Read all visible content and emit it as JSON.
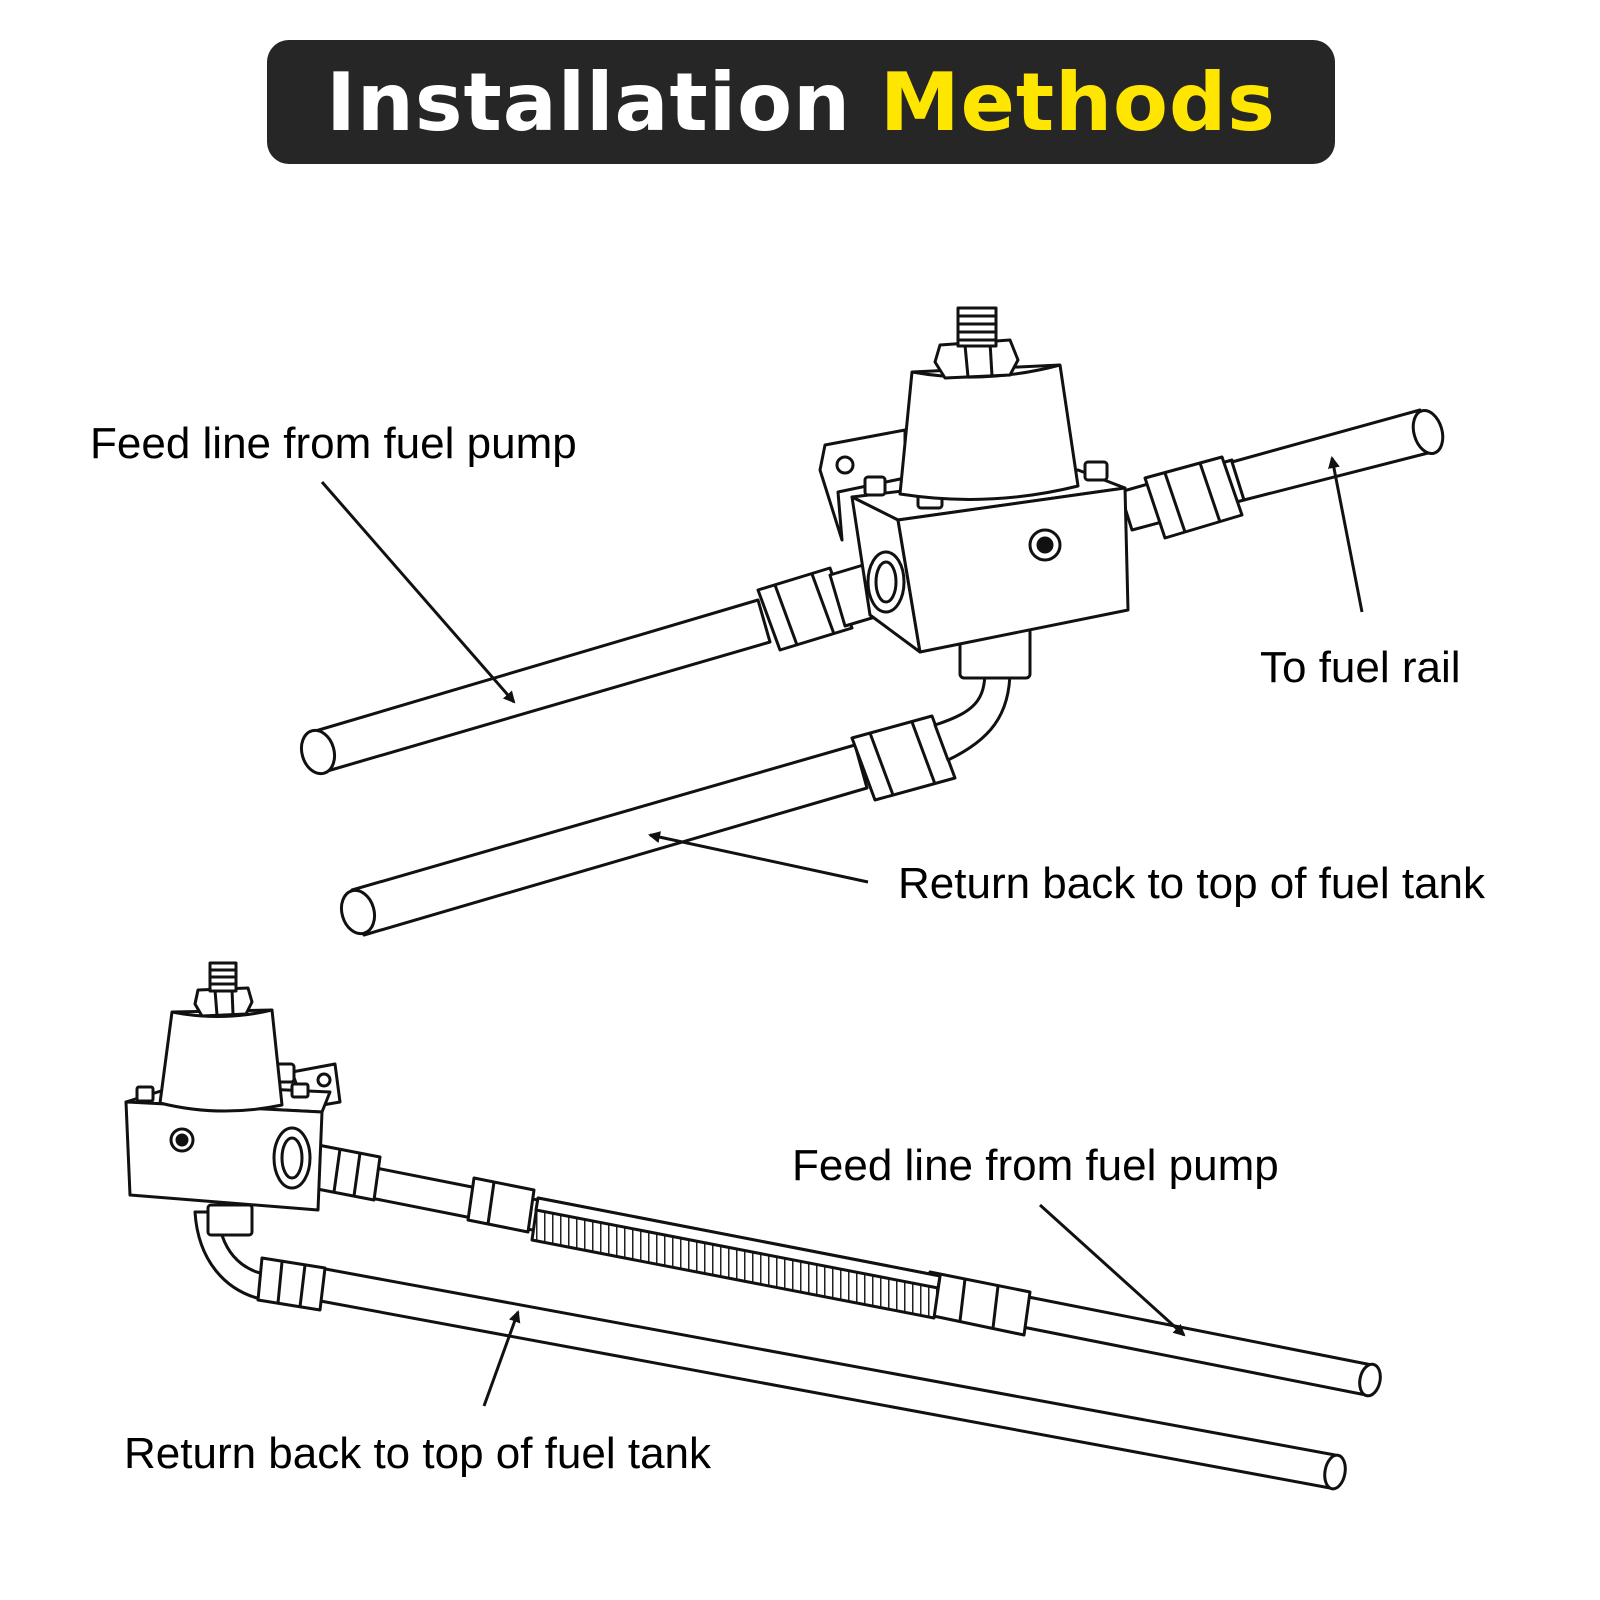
{
  "title": {
    "main": "Installation",
    "accent": "Methods"
  },
  "colors": {
    "banner": "#262626",
    "accent": "#ffe600",
    "ink": "#111111"
  },
  "diagram_top": {
    "feed_label": "Feed line from fuel pump",
    "rail_label": "To fuel rail",
    "return_label": "Return back to top of fuel tank"
  },
  "diagram_bottom": {
    "feed_label": "Feed line from fuel pump",
    "return_label": "Return back to top of fuel tank"
  }
}
